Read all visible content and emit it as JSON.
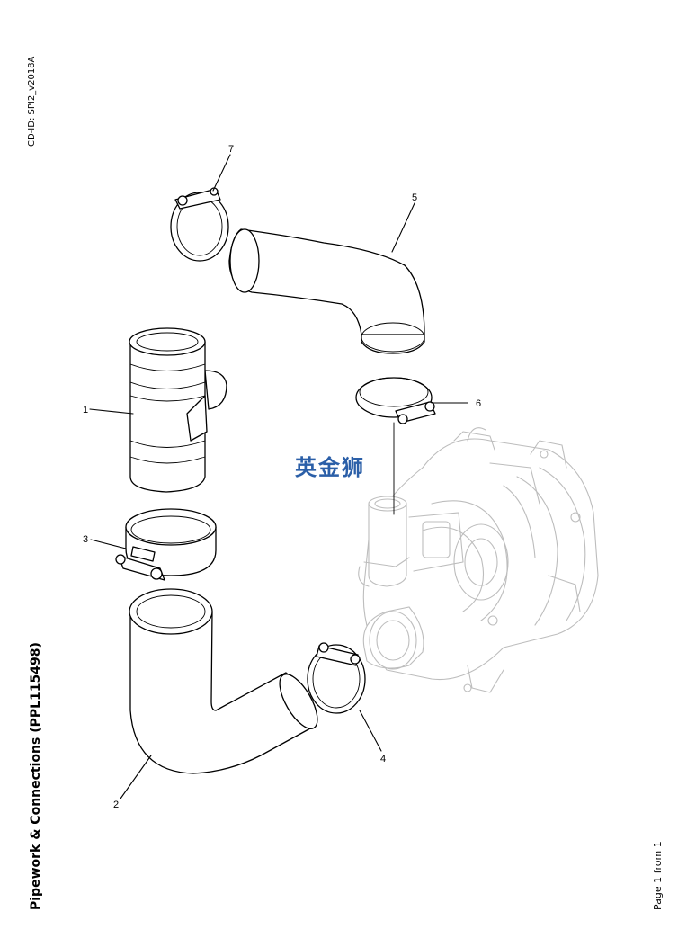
{
  "header": {
    "cd_id": "CD-ID: SPI2_v2018A",
    "title": "Pipework & Connections (PPL115498)",
    "page": "Page 1 from 1"
  },
  "watermark": {
    "text": "英金狮",
    "color": "#2b5fa8"
  },
  "callouts": [
    {
      "num": "1",
      "part": "air-flow-meter"
    },
    {
      "num": "2",
      "part": "lower-elbow-hose"
    },
    {
      "num": "3",
      "part": "hose-clamp"
    },
    {
      "num": "4",
      "part": "hose-clamp"
    },
    {
      "num": "5",
      "part": "upper-elbow-hose"
    },
    {
      "num": "6",
      "part": "hose-clamp"
    },
    {
      "num": "7",
      "part": "hose-clamp"
    }
  ]
}
